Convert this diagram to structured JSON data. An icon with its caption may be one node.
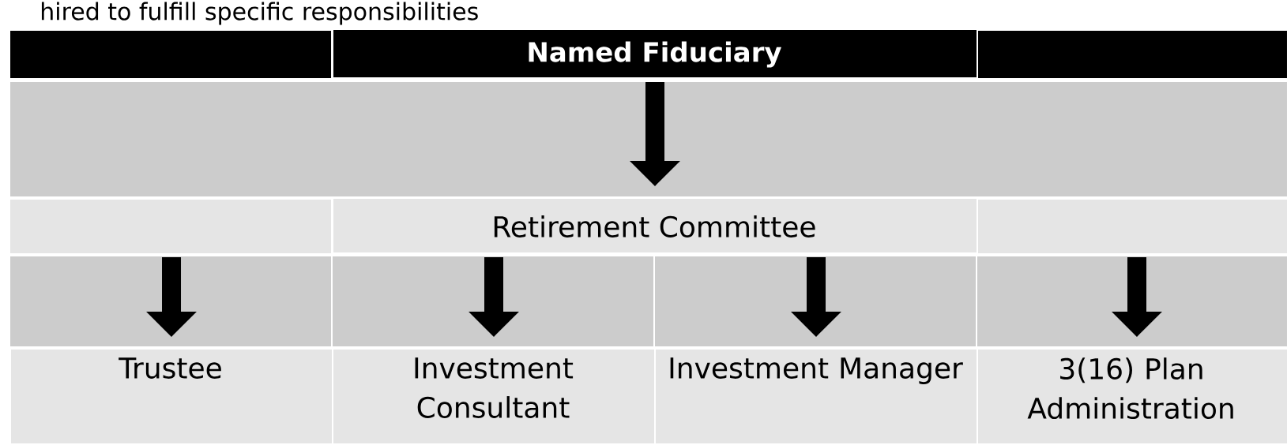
{
  "diagram": {
    "nodes": [
      {
        "text": [
          "Named Fiduciary"
        ]
      },
      {
        "text": [
          "Retirement Committee"
        ]
      },
      {
        "text": [
          "Trustee"
        ]
      },
      {
        "text": [
          "Investment Consultant"
        ]
      },
      {
        "text": [
          "Investment Manager"
        ]
      },
      {
        "text": [
          "3(16) Plan Administration"
        ]
      }
    ],
    "edges": [
      {
        "from": 0,
        "to": 1,
        "arrow": "to"
      },
      {
        "from": 1,
        "to": 2,
        "arrow": "to"
      },
      {
        "from": 1,
        "to": 3,
        "arrow": "to"
      },
      {
        "from": 1,
        "to": 4,
        "arrow": "to"
      },
      {
        "from": 1,
        "to": 5,
        "arrow": "to"
      }
    ],
    "labels": [
      "hired to fulfill specific responsibilities"
    ]
  }
}
